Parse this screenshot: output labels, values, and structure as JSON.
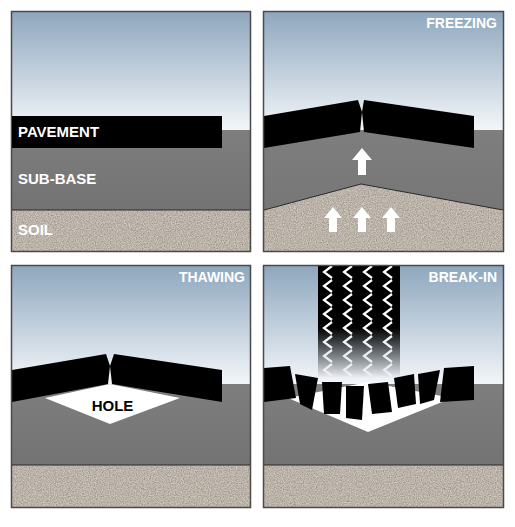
{
  "diagram": {
    "nodes": [
      {
        "text": [
          "PAVEMENT"
        ]
      },
      {
        "text": [
          "SUB-BASE"
        ]
      },
      {
        "text": [
          "SOIL"
        ]
      },
      {
        "text": [
          "HOLE"
        ]
      }
    ],
    "labels": [
      "FREEZING",
      "THAWING",
      "BREAK-IN"
    ]
  }
}
